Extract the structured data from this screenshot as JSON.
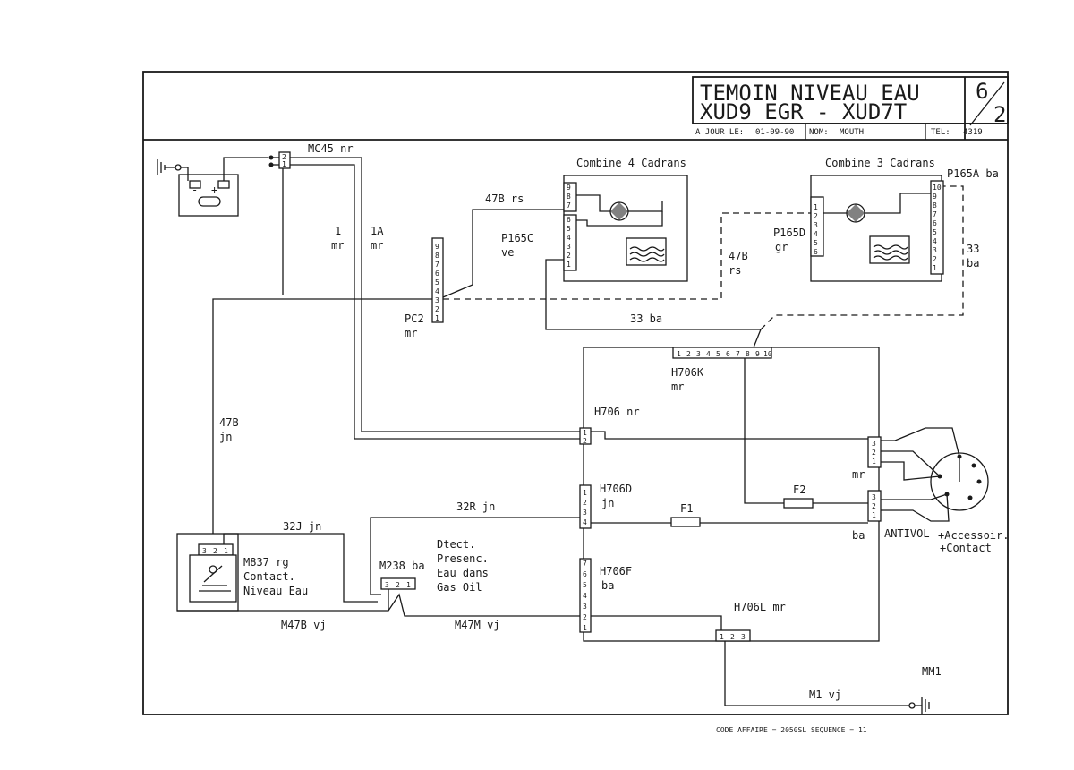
{
  "title_block": {
    "title_line1": "TEMOIN NIVEAU EAU",
    "title_line2": "XUD9 EGR - XUD7T",
    "sheet_num": "6",
    "sheet_total": "2",
    "date_label": "A JOUR LE:",
    "date_value": "01-09-90",
    "name_label": "NOM:",
    "name_value": "MOUTH",
    "tel_label": "TEL:",
    "tel_value": "4319"
  },
  "footer": "CODE AFFAIRE = 2050SL SEQUENCE = 11",
  "components": {
    "combine4": "Combine 4 Cadrans",
    "combine3": "Combine 3 Cadrans",
    "m837": [
      "M837 rg",
      "Contact.",
      "Niveau Eau"
    ],
    "m238": "M238 ba",
    "detect": [
      "Dtect.",
      "Presenc.",
      "Eau dans",
      "Gas Oil"
    ],
    "antivol": "ANTIVOL",
    "antivol_pos": [
      "+Accessoir.",
      "+Contact"
    ],
    "f1": "F1",
    "f2": "F2",
    "mm1": "MM1"
  },
  "wires": {
    "mc45": "MC45 nr",
    "w1": [
      "1",
      "mr"
    ],
    "w1a": [
      "1A",
      "mr"
    ],
    "w47b_rs": "47B rs",
    "p165c": [
      "P165C",
      "ve"
    ],
    "w47b_rs2": [
      "47B",
      "rs"
    ],
    "p165d": [
      "P165D",
      "gr"
    ],
    "p165a": "P165A ba",
    "w33_ba_v": [
      "33",
      "ba"
    ],
    "w33_ba": "33 ba",
    "pc2": [
      "PC2",
      "mr"
    ],
    "w47b_jn": [
      "47B",
      "jn"
    ],
    "h706k": [
      "H706K",
      "mr"
    ],
    "h706": "H706 nr",
    "h706d": [
      "H706D",
      "jn"
    ],
    "w32r": "32R jn",
    "w32j": "32J jn",
    "h706f": [
      "H706F",
      "ba"
    ],
    "h706l": "H706L mr",
    "m47b": "M47B vj",
    "m47m": "M47M vj",
    "m1": "M1 vj",
    "mr_label": "mr",
    "ba_label": "ba"
  },
  "connectors": {
    "pc2": [
      "1",
      "2",
      "3",
      "4",
      "5",
      "6",
      "7",
      "8",
      "9"
    ],
    "c4_upper": [
      "7",
      "8",
      "9"
    ],
    "c4_lower": [
      "1",
      "2",
      "3",
      "4",
      "5",
      "6"
    ],
    "c3_left": [
      "6",
      "5",
      "4",
      "3",
      "2",
      "1"
    ],
    "c3_right": [
      "1",
      "2",
      "3",
      "4",
      "5",
      "6",
      "7",
      "8",
      "9",
      "10"
    ],
    "h706k": [
      "1",
      "2",
      "3",
      "4",
      "5",
      "6",
      "7",
      "8",
      "9",
      "10"
    ],
    "h706": [
      "1",
      "2"
    ],
    "h706d": [
      "4",
      "3",
      "2",
      "1"
    ],
    "h706f": [
      "1",
      "2",
      "3",
      "4",
      "5",
      "6",
      "7"
    ],
    "h706l": [
      "1",
      "2",
      "3"
    ],
    "m837": [
      "3",
      "2",
      "1"
    ],
    "m238": [
      "3",
      "2",
      "1"
    ],
    "antivol_top": [
      "3",
      "2",
      "1"
    ],
    "antivol_bot": [
      "3",
      "2",
      "1"
    ]
  }
}
